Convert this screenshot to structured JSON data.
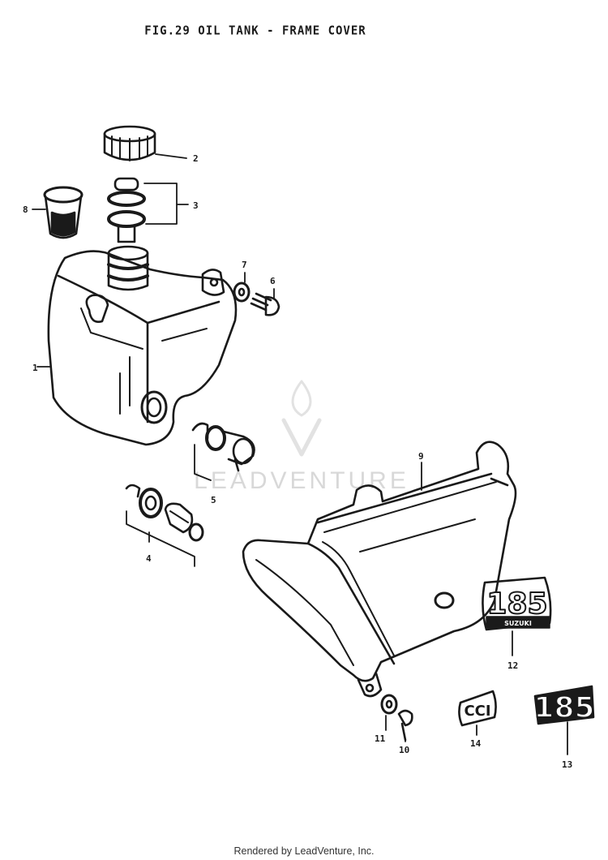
{
  "title": "FIG.29  OIL TANK - FRAME COVER",
  "footer": "Rendered by LeadVenture, Inc.",
  "watermark": "LEADVENTURE",
  "callouts": [
    "1",
    "2",
    "3",
    "4",
    "5",
    "6",
    "7",
    "8",
    "9",
    "10",
    "11",
    "12",
    "13",
    "14"
  ],
  "emblems": {
    "badge_185_text": "185",
    "badge_185_subtext": "SUZUKI",
    "emblem_185_text": "185",
    "emblem_cci_text": "CCI"
  },
  "colors": {
    "ink": "#1a1a1a",
    "watermark": "#d8d8d8",
    "paper": "#ffffff"
  }
}
